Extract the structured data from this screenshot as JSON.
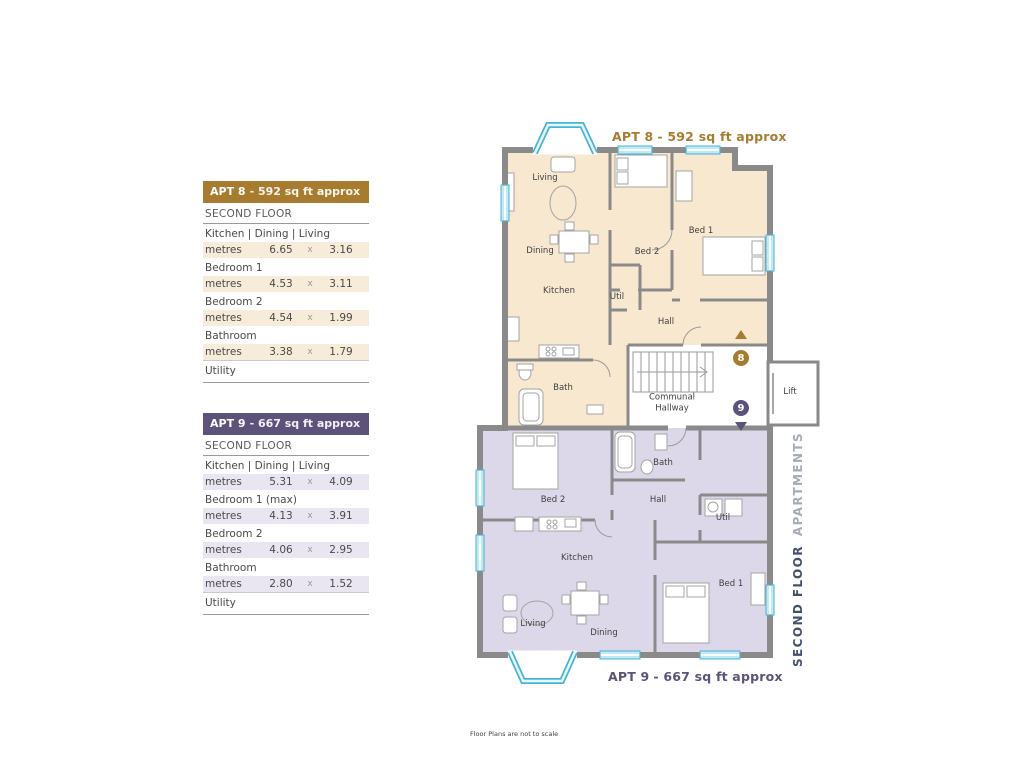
{
  "page": {
    "disclaimer": "Floor Plans are not to scale"
  },
  "apt8_table": {
    "title_main": "APT 8",
    "title_sub": "- 592 sq ft approx",
    "floor": "SECOND FLOOR",
    "sep": "x",
    "rows": [
      {
        "name": "Kitchen | Dining | Living",
        "unit": "metres",
        "a": "6.65",
        "b": "3.16"
      },
      {
        "name": "Bedroom 1",
        "unit": "metres",
        "a": "4.53",
        "b": "3.11"
      },
      {
        "name": "Bedroom 2",
        "unit": "metres",
        "a": "4.54",
        "b": "1.99"
      },
      {
        "name": "Bathroom",
        "unit": "metres",
        "a": "3.38",
        "b": "1.79"
      }
    ],
    "footer": "Utility"
  },
  "apt9_table": {
    "title_main": "APT 9",
    "title_sub": "- 667 sq ft approx",
    "floor": "SECOND FLOOR",
    "sep": "x",
    "rows": [
      {
        "name": "Kitchen | Dining | Living",
        "unit": "metres",
        "a": "5.31",
        "b": "4.09"
      },
      {
        "name": "Bedroom 1 (max)",
        "unit": "metres",
        "a": "4.13",
        "b": "3.91"
      },
      {
        "name": "Bedroom 2",
        "unit": "metres",
        "a": "4.06",
        "b": "2.95"
      },
      {
        "name": "Bathroom",
        "unit": "metres",
        "a": "2.80",
        "b": "1.52"
      }
    ],
    "footer": "Utility"
  },
  "floorplan": {
    "apt8_label_main": "APT 8",
    "apt8_label_sub": "- 592 sq ft approx",
    "apt9_label_main": "APT 9",
    "apt9_label_sub": "- 667 sq ft approx",
    "side_bold": "SECOND FLOOR",
    "side_light": "APARTMENTS",
    "lift": "Lift",
    "badge8": "8",
    "badge9": "9",
    "communal_line1": "Communal",
    "communal_line2": "Hallway",
    "apt8_rooms": {
      "living": "Living",
      "dining": "Dining",
      "kitchen": "Kitchen",
      "bed2": "Bed 2",
      "bed1": "Bed 1",
      "util": "Util",
      "hall": "Hall",
      "bath": "Bath"
    },
    "apt9_rooms": {
      "bath": "Bath",
      "bed2": "Bed 2",
      "hall": "Hall",
      "util": "Util",
      "kitchen": "Kitchen",
      "bed1": "Bed 1",
      "living": "Living",
      "dining": "Dining"
    },
    "colors": {
      "apt8": "#a87c2f",
      "apt9": "#5c527a",
      "apt8_floor": "#f8e8cf",
      "apt9_floor": "#dcd8e9",
      "wall": "#8a8a8a",
      "window": "#45b5d6"
    }
  }
}
